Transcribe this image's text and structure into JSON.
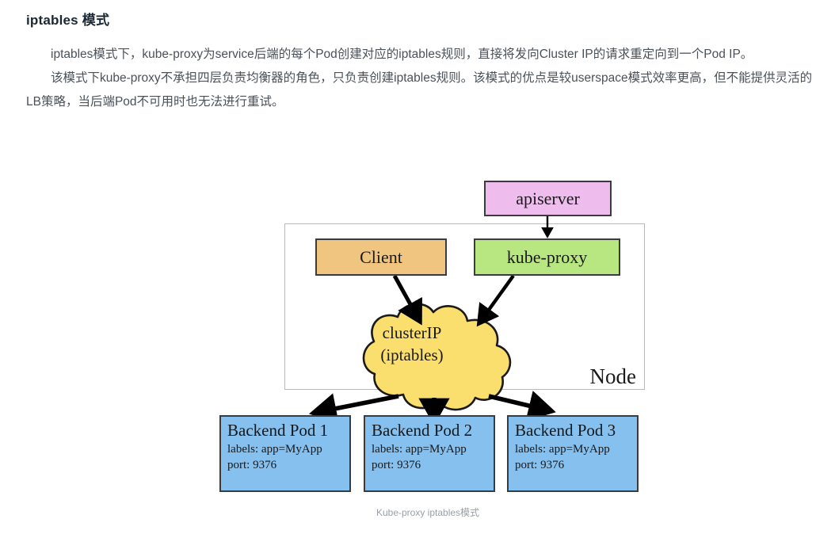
{
  "article": {
    "heading": "iptables 模式",
    "paragraphs": [
      "iptables模式下，kube-proxy为service后端的每个Pod创建对应的iptables规则，直接将发向Cluster IP的请求重定向到一个Pod IP。",
      "该模式下kube-proxy不承担四层负责均衡器的角色，只负责创建iptables规则。该模式的优点是较userspace模式效率更高，但不能提供灵活的LB策略，当后端Pod不可用时也无法进行重试。"
    ]
  },
  "diagram": {
    "caption": "Kube-proxy iptables模式",
    "node_label": "Node",
    "boxes": {
      "apiserver": {
        "label": "apiserver",
        "color": "#eebdee"
      },
      "client": {
        "label": "Client",
        "color": "#efc580"
      },
      "kube_proxy": {
        "label": "kube-proxy",
        "color": "#b8e681"
      }
    },
    "cloud": {
      "line1": "clusterIP",
      "line2": "(iptables)",
      "color": "#fade6e"
    },
    "pods": [
      {
        "title": "Backend Pod 1",
        "labels": "labels: app=MyApp",
        "port": "port: 9376"
      },
      {
        "title": "Backend Pod 2",
        "labels": "labels: app=MyApp",
        "port": "port: 9376"
      },
      {
        "title": "Backend Pod 3",
        "labels": "labels: app=MyApp",
        "port": "port: 9376"
      }
    ],
    "pod_color": "#85c0ee",
    "arrow_color": "#000000"
  }
}
